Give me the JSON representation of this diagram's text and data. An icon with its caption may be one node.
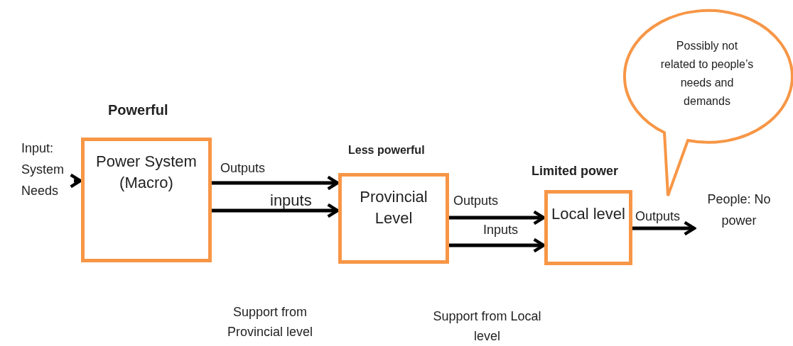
{
  "diagram": {
    "nodes": [
      {
        "text": [
          "Input: System Needs"
        ]
      },
      {
        "text": [
          "Power System (Macro)"
        ],
        "beside": [
          "Powerful"
        ]
      },
      {
        "text": [
          "Provincial Level"
        ],
        "beside": [
          "Less powerful"
        ]
      },
      {
        "text": [
          "Local level"
        ],
        "beside": [
          "Limited power"
        ]
      },
      {
        "text": [
          "People: No power"
        ]
      },
      {
        "text": [
          "Possibly not related to people’s needs and demands"
        ]
      }
    ],
    "edges": [
      {
        "from": 0,
        "to": 1,
        "arrow": "to"
      },
      {
        "from": 1,
        "to": 2,
        "arrow": "to",
        "label": "Outputs"
      },
      {
        "from": 1,
        "to": 2,
        "arrow": "to",
        "label": "inputs"
      },
      {
        "from": 2,
        "to": 3,
        "arrow": "to",
        "label": "Outputs"
      },
      {
        "from": 2,
        "to": 3,
        "arrow": "to",
        "label": "Inputs"
      },
      {
        "from": 3,
        "to": 4,
        "arrow": "to",
        "label": "Outputs"
      }
    ],
    "labels": [
      "Support from Provincial level",
      "Support from Local level"
    ]
  }
}
